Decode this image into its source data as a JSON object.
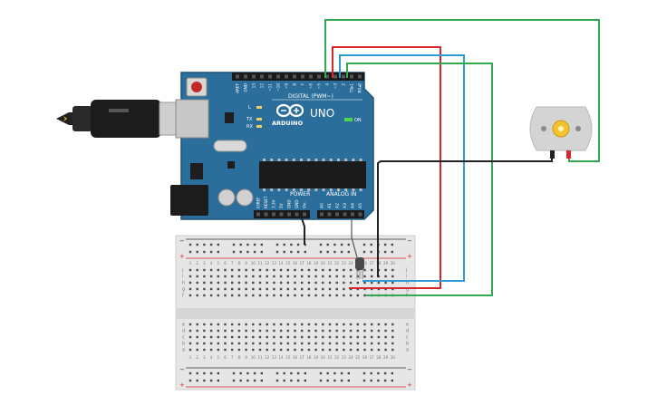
{
  "board": {
    "brand": "ARDUINO",
    "model": "UNO",
    "on_label": "ON",
    "digital_header": "DIGITAL (PWM~)",
    "power_header": "POWER",
    "analog_header": "ANALOG IN",
    "led_l": "L",
    "led_tx": "TX",
    "led_rx": "RX",
    "digital_pins": [
      "AREF",
      "GND",
      "13",
      "12",
      "~11",
      "~10",
      "~9",
      "8",
      "7",
      "~6",
      "~5",
      "4",
      "~3",
      "2",
      "TX▸1",
      "RX◂0"
    ],
    "power_pins": [
      "IOREF",
      "RESET",
      "3.3V",
      "5V",
      "GND",
      "GND",
      "Vin"
    ],
    "analog_pins": [
      "A0",
      "A1",
      "A2",
      "A3",
      "A4",
      "A5"
    ]
  },
  "breadboard": {
    "column_numbers": [
      "1",
      "2",
      "3",
      "4",
      "5",
      "6",
      "7",
      "8",
      "9",
      "10",
      "11",
      "12",
      "13",
      "14",
      "15",
      "16",
      "17",
      "18",
      "19",
      "20",
      "21",
      "22",
      "23",
      "24",
      "25",
      "26",
      "27",
      "28",
      "29",
      "30"
    ],
    "rows_top": [
      "j",
      "i",
      "h",
      "g",
      "f"
    ],
    "rows_bottom": [
      "e",
      "d",
      "c",
      "b",
      "a"
    ],
    "rail_plus": "+",
    "rail_minus": "−"
  },
  "colors": {
    "board_blue": "#2c6e9b",
    "wire_green": "#34a853",
    "wire_red": "#d9262c",
    "wire_blue": "#2e9ccf",
    "wire_black": "#222222",
    "motor_shaft": "#f2c230",
    "breadboard": "#e6e6e6"
  },
  "components": {
    "motor": "dc-motor",
    "usb_cable": "usb-cable",
    "transistor": "transistor"
  }
}
